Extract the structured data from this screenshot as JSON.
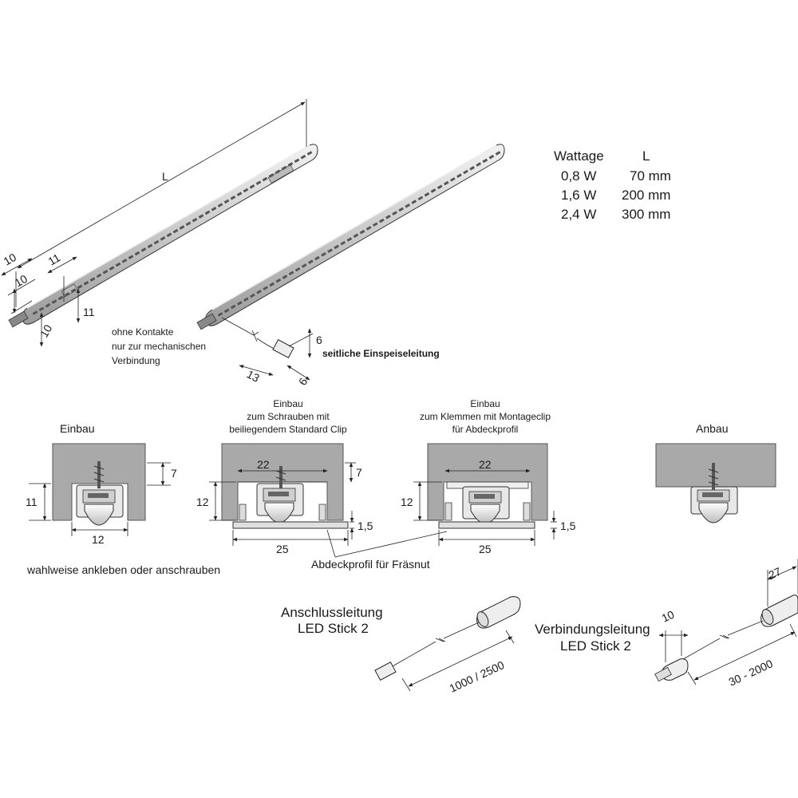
{
  "wattage_table": {
    "headers": [
      "Wattage",
      "L"
    ],
    "rows": [
      [
        "0,8 W",
        "70 mm"
      ],
      [
        "1,6 W",
        "200 mm"
      ],
      [
        "2,4 W",
        "300 mm"
      ]
    ]
  },
  "stick_top": {
    "length_label": "L",
    "dim_10_a": "10",
    "dim_10_b": "10",
    "dim_11_a": "11",
    "dim_11_b": "11",
    "dim_10_c": "10",
    "note_line1": "ohne Kontakte",
    "note_line2": "nur zur mechanischen",
    "note_line3": "Verbindung"
  },
  "stick_side": {
    "dim_6_a": "6",
    "dim_13": "13",
    "dim_6_b": "6",
    "feed_label": "seitliche Einspeiseleitung"
  },
  "sections": {
    "einbau": {
      "title": "Einbau",
      "dim_7": "7",
      "dim_11": "11",
      "dim_12": "12",
      "note": "wahlweise ankleben oder anschrauben"
    },
    "screw": {
      "title_line1": "Einbau",
      "title_line2": "zum Schrauben mit",
      "title_line3": "beiliegendem Standard Clip",
      "dim_22": "22",
      "dim_7": "7",
      "dim_12": "12",
      "dim_1_5": "1,5",
      "dim_25": "25"
    },
    "clamp": {
      "title_line1": "Einbau",
      "title_line2": "zum Klemmen mit Montageclip",
      "title_line3": "für Abdeckprofil",
      "dim_22": "22",
      "dim_12": "12",
      "dim_1_5": "1,5",
      "dim_25": "25"
    },
    "cover_label": "Abdeckprofil für Fräsnut",
    "anbau": {
      "title": "Anbau"
    }
  },
  "cables": {
    "anschluss": {
      "line1": "Anschlussleitung",
      "line2": "LED Stick 2",
      "length": "1000 / 2500"
    },
    "verbindung": {
      "line1": "Verbindungsleitung",
      "line2": "LED Stick 2",
      "dim_10": "10",
      "dim_27": "27",
      "length": "30 - 2000"
    }
  }
}
